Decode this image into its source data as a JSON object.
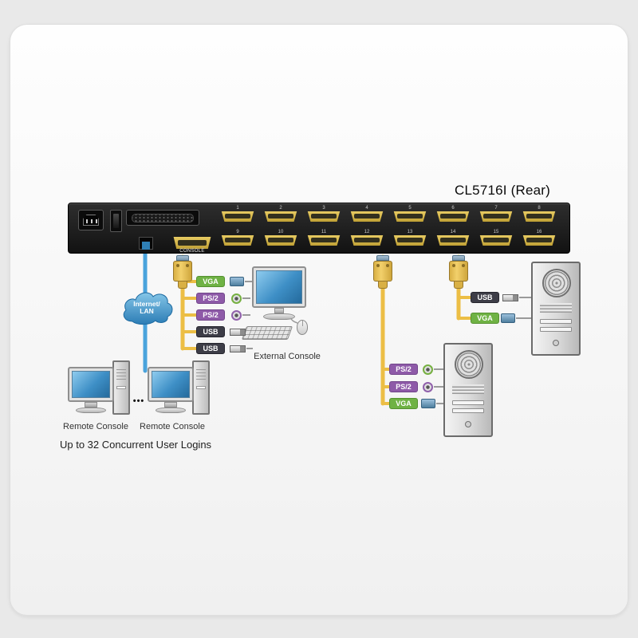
{
  "title": "CL5716I (Rear)",
  "caption": "Up to 32 Concurrent User Logins",
  "kvm": {
    "console_label": "CONSOLE",
    "ports_top": [
      "1",
      "2",
      "3",
      "4",
      "5",
      "6",
      "7",
      "8"
    ],
    "ports_bottom": [
      "9",
      "10",
      "11",
      "12",
      "13",
      "14",
      "15",
      "16"
    ]
  },
  "cloud": {
    "line1": "Internet/",
    "line2": "LAN"
  },
  "external_console": {
    "label": "External Console",
    "tags": [
      "VGA",
      "PS/2",
      "PS/2",
      "USB",
      "USB"
    ]
  },
  "remote": {
    "left_label": "Remote Console",
    "right_label": "Remote Console",
    "ellipsis": "•••"
  },
  "server_mid": {
    "tags": [
      "PS/2",
      "PS/2",
      "VGA"
    ]
  },
  "server_right": {
    "tags": [
      "USB",
      "VGA"
    ]
  },
  "colors": {
    "cable_yellow": "#ecbe45",
    "cable_blue": "#4aa3dc",
    "tag_green": "#6fb244",
    "tag_purple": "#8e5aa8",
    "tag_dark": "#3d3d47",
    "port_yellow": "#d9b546",
    "screen_blue": "#3e8fc6"
  }
}
